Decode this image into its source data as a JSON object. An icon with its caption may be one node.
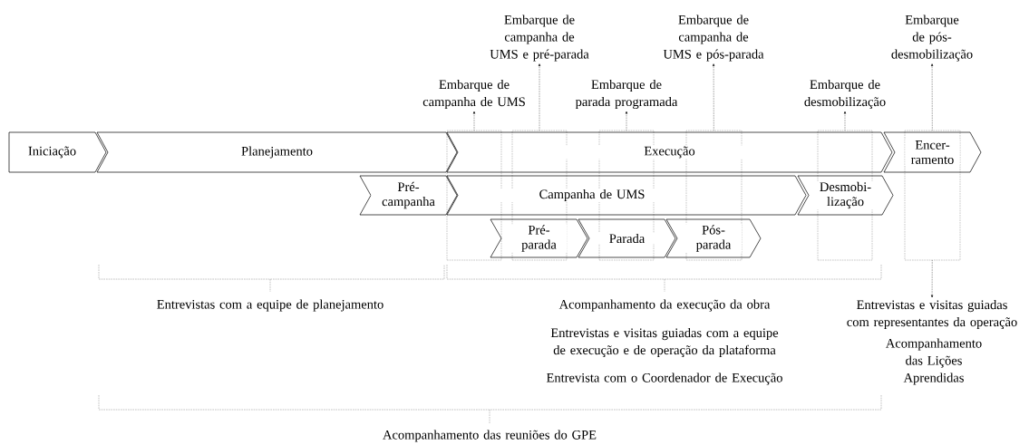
{
  "diagram": {
    "nodes": [
      {
        "text": [
          "Embarque de campanha de UMS"
        ]
      },
      {
        "text": [
          "Embarque de campanha de UMS e pré-parada"
        ]
      },
      {
        "text": [
          "Embarque de parada programada"
        ]
      },
      {
        "text": [
          "Embarque de campanha de UMS e pós-parada"
        ]
      },
      {
        "text": [
          "Embarque de desmobilização"
        ]
      },
      {
        "text": [
          "Embarque de pós-desmobilização"
        ]
      },
      {
        "text": [
          "Iniciação"
        ]
      },
      {
        "text": [
          "Planejamento"
        ]
      },
      {
        "text": [
          "Execução"
        ]
      },
      {
        "text": [
          "Encer-ramento"
        ]
      },
      {
        "text": [
          "Pré-campanha"
        ]
      },
      {
        "text": [
          "Campanha de UMS"
        ]
      },
      {
        "text": [
          "Desmobi-lização"
        ]
      },
      {
        "text": [
          "Pré-parada"
        ]
      },
      {
        "text": [
          "Parada"
        ]
      },
      {
        "text": [
          "Pós-parada"
        ]
      },
      {
        "text": [],
        "shape": "box"
      },
      {
        "text": [],
        "shape": "box"
      },
      {
        "text": [],
        "shape": "box"
      },
      {
        "text": [],
        "shape": "box"
      },
      {
        "text": [],
        "shape": "box"
      },
      {
        "text": [],
        "shape": "box"
      },
      {
        "text": [
          "Entrevistas e visitas guiadas com representantes da operação"
        ]
      }
    ],
    "edges": [
      {
        "from": 16,
        "to": 0,
        "arrow": "to"
      },
      {
        "from": 17,
        "to": 1,
        "arrow": "to"
      },
      {
        "from": 18,
        "to": 2,
        "arrow": "to"
      },
      {
        "from": 19,
        "to": 3,
        "arrow": "to"
      },
      {
        "from": 20,
        "to": 4,
        "arrow": "to"
      },
      {
        "from": 21,
        "to": 5,
        "arrow": "to"
      },
      {
        "from": 21,
        "to": 22,
        "arrow": "to"
      }
    ],
    "labels": [
      "Entrevistas com a equipe de planejamento",
      "Acompanhamento da execução da obra",
      "Entrevistas e visitas guiadas com a equipe de execução e de operação da plataforma",
      "Acompanhamento das Lições Aprendidas",
      "Entrevista com o Coordenador de Execução",
      "Acompanhamento das reuniões do GPE"
    ]
  }
}
